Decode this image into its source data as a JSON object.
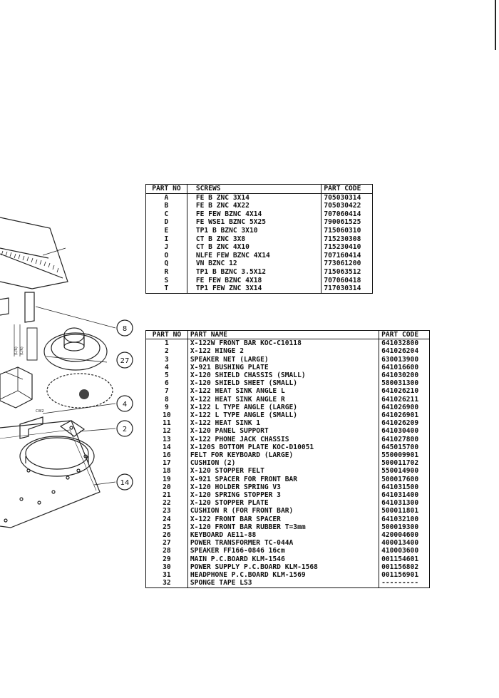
{
  "callouts": [
    "8",
    "27",
    "4",
    "2",
    "14"
  ],
  "diagram_labels": [
    "CW2",
    "(L/R)",
    "(L/R)"
  ],
  "screws_table": {
    "headers": [
      "PART NO",
      "SCREWS",
      "PART CODE"
    ],
    "rows": [
      [
        "A",
        "FE    B    ZNC 3X14",
        "705030314"
      ],
      [
        "B",
        "FE    B    ZNC 4X22",
        "705030422"
      ],
      [
        "C",
        "FE   FEW  BZNC 4X14",
        "707060414"
      ],
      [
        "D",
        "FE  WSE1  BZNC 5X25",
        "790061525"
      ],
      [
        "E",
        "TP1   B   BZNC 3X10",
        "715060310"
      ],
      [
        "I",
        "CT    B    ZNC 3X8",
        "715230308"
      ],
      [
        "J",
        "CT    B    ZNC 4X10",
        "715230410"
      ],
      [
        "O",
        "NLFE FEW  BZNC 4X14",
        "707160414"
      ],
      [
        "Q",
        "VN BZNC 12",
        "773061200"
      ],
      [
        "R",
        "TP1   B   BZNC 3.5X12",
        "715063512"
      ],
      [
        "S",
        "FE   FEW  BZNC 4X18",
        "707060418"
      ],
      [
        "T",
        "TP1  FEW   ZNC 3X14",
        "717030314"
      ]
    ]
  },
  "parts_table": {
    "headers": [
      "PART NO",
      "PART NAME",
      "PART CODE"
    ],
    "rows": [
      [
        "1",
        "X-122W FRONT BAR  KOC-C10118",
        "641032800"
      ],
      [
        "2",
        "X-122 HINGE 2",
        "641026204"
      ],
      [
        "3",
        "SPEAKER NET (LARGE)",
        "630013900"
      ],
      [
        "4",
        "X-921 BUSHING PLATE",
        "641016600"
      ],
      [
        "5",
        "X-120 SHIELD CHASSIS (SMALL)",
        "641030200"
      ],
      [
        "6",
        "X-120 SHIELD SHEET (SMALL)",
        "580031300"
      ],
      [
        "7",
        "X-122 HEAT SINK ANGLE L",
        "641026210"
      ],
      [
        "8",
        "X-122 HEAT SINK ANGLE R",
        "641026211"
      ],
      [
        "9",
        "X-122 L TYPE ANGLE (LARGE)",
        "641026900"
      ],
      [
        "10",
        "X-122 L TYPE ANGLE (SMALL)",
        "641026901"
      ],
      [
        "11",
        "X-122 HEAT SINK 1",
        "641026209"
      ],
      [
        "12",
        "X-120 PANEL SUPPORT",
        "641030400"
      ],
      [
        "13",
        "X-122 PHONE JACK CHASSIS",
        "641027800"
      ],
      [
        "14",
        "X-120S BOTTOM PLATE KOC-D10051",
        "645015700"
      ],
      [
        "16",
        "FELT FOR KEYBOARD (LARGE)",
        "550009901"
      ],
      [
        "17",
        "CUSHION (2)",
        "500011702"
      ],
      [
        "18",
        "X-120 STOPPER FELT",
        "550014900"
      ],
      [
        "19",
        "X-921 SPACER FOR FRONT BAR",
        "500017600"
      ],
      [
        "20",
        "X-120 HOLDER SPRING V3",
        "641031500"
      ],
      [
        "21",
        "X-120 SPRING STOPPER 3",
        "641031400"
      ],
      [
        "22",
        "X-120 STOPPER PLATE",
        "641031300"
      ],
      [
        "23",
        "CUSHION R (FOR FRONT BAR)",
        "500011801"
      ],
      [
        "24",
        "X-122 FRONT BAR SPACER",
        "641032100"
      ],
      [
        "25",
        "X-120 FRONT BAR RUBBER T=3mm",
        "500019300"
      ],
      [
        "26",
        "KEYBOARD AE11-88",
        "420004600"
      ],
      [
        "27",
        "POWER TRANSFORMER TC-044A",
        "400013400"
      ],
      [
        "28",
        "SPEAKER FF166-0846  16cm",
        "410003600"
      ],
      [
        "29",
        "MAIN P.C.BOARD KLM-1546",
        "001154601"
      ],
      [
        "30",
        "POWER SUPPLY P.C.BOARD KLM-1568",
        "001156802"
      ],
      [
        "31",
        "HEADPHONE P.C.BOARD KLM-1569",
        "001156901"
      ],
      [
        "32",
        "SPONGE TAPE  LS3",
        "---------"
      ]
    ]
  }
}
